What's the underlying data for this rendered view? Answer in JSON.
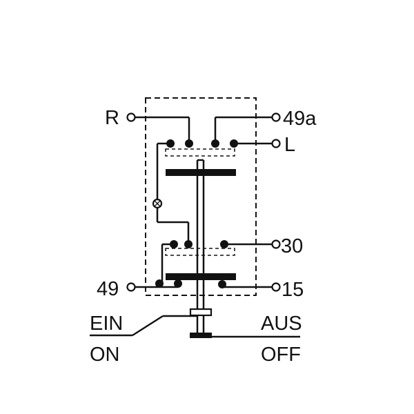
{
  "labels": {
    "r": "R",
    "l": "L",
    "t49a": "49a",
    "t30": "30",
    "t49": "49",
    "t15": "15",
    "ein": "EIN",
    "on": "ON",
    "aus": "AUS",
    "off": "OFF"
  }
}
